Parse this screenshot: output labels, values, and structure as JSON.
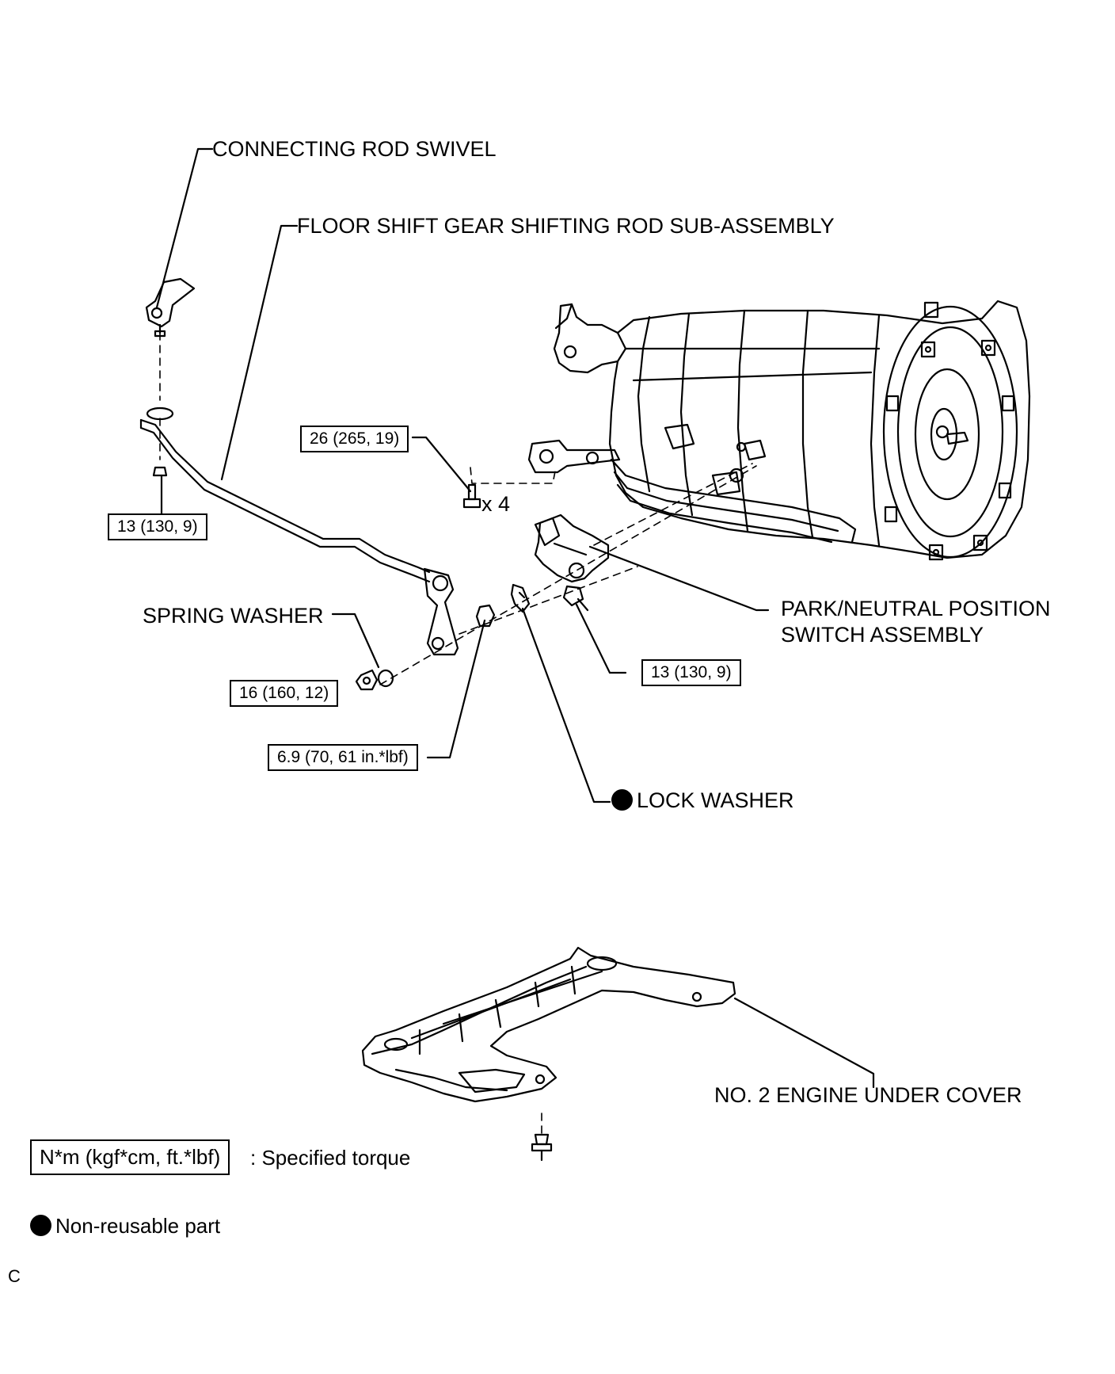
{
  "labels": {
    "connecting_rod_swivel": "CONNECTING ROD SWIVEL",
    "floor_shift_rod": "FLOOR SHIFT GEAR SHIFTING ROD SUB-ASSEMBLY",
    "pnp_switch_line1": "PARK/NEUTRAL POSITION",
    "pnp_switch_line2": "SWITCH ASSEMBLY",
    "spring_washer": "SPRING WASHER",
    "lock_washer": "LOCK WASHER",
    "under_cover": "NO. 2 ENGINE UNDER COVER",
    "bolt_qty": "x 4"
  },
  "torques": {
    "t_26": "26 (265, 19)",
    "t_13_left": "13 (130, 9)",
    "t_13_right": "13 (130, 9)",
    "t_16": "16 (160, 12)",
    "t_6_9": "6.9 (70, 61 in.*lbf)"
  },
  "legend": {
    "torque_box": "N*m (kgf*cm, ft.*lbf)",
    "torque_text": ": Specified torque",
    "nonreusable_text": "Non-reusable part"
  },
  "corner_mark": "C"
}
